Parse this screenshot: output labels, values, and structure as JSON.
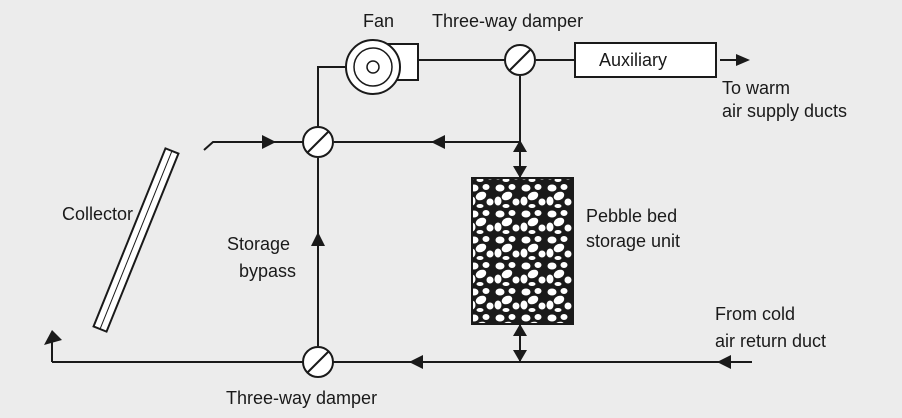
{
  "labels": {
    "fan": "Fan",
    "damper_top": "Three-way damper",
    "auxiliary": "Auxiliary",
    "supply_line1": "To warm",
    "supply_line2": "air supply ducts",
    "collector": "Collector",
    "bypass_line1": "Storage",
    "bypass_line2": "bypass",
    "pebble_line1": "Pebble bed",
    "pebble_line2": "storage unit",
    "return_line1": "From cold",
    "return_line2": "air return duct",
    "damper_bottom": "Three-way damper"
  },
  "colors": {
    "background": "#ececec",
    "line": "#1a1a1a",
    "fill": "#ffffff",
    "pebble_bg": "#1a1a1a"
  }
}
